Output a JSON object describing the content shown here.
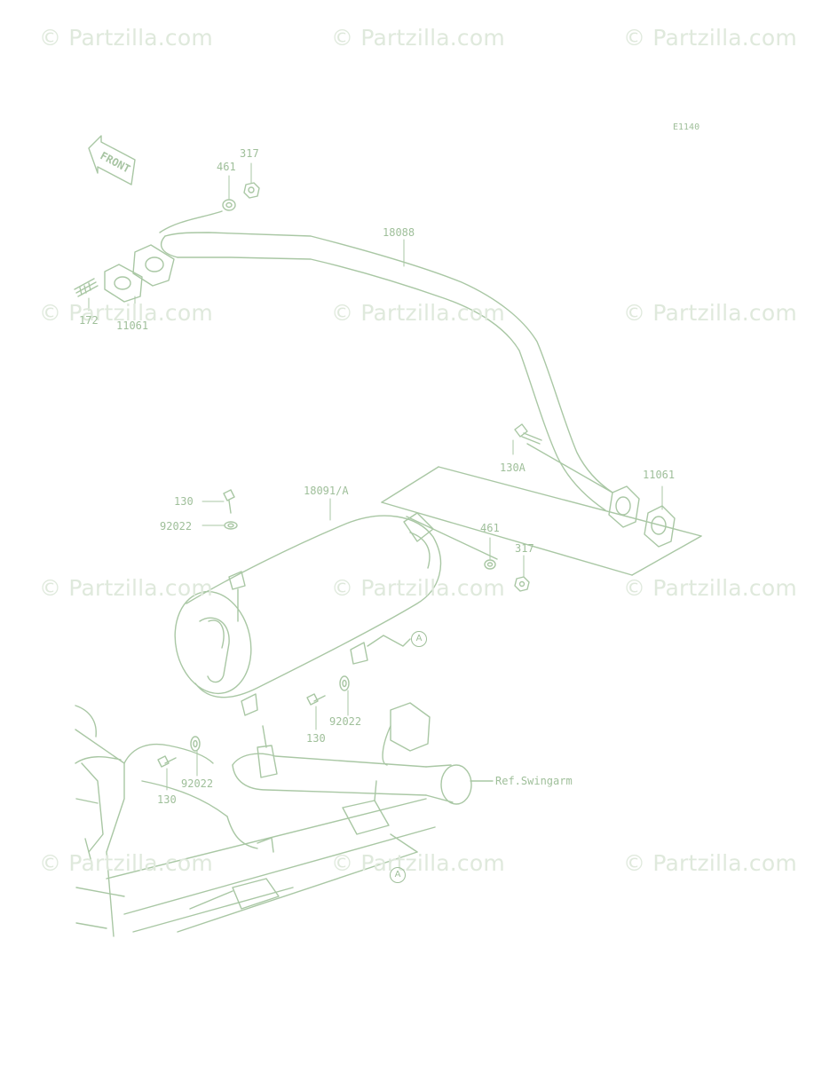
{
  "watermark_text": "© Partzilla.com",
  "diagram_code": "E1140",
  "front_label": "FRONT",
  "callouts": {
    "c461_top": "461",
    "c317_top": "317",
    "c18088": "18088",
    "c172": "172",
    "c11061_left": "11061",
    "c130A": "130A",
    "c11061_right": "11061",
    "c130_top": "130",
    "c18091A": "18091/A",
    "c92022_top": "92022",
    "c461_mid": "461",
    "c317_mid": "317",
    "c92022_mid": "92022",
    "c130_mid": "130",
    "c130_bottom": "130",
    "c92022_bottom": "92022",
    "ref_swingarm": "Ref.Swingarm"
  },
  "markers": {
    "a_upper": "A",
    "a_lower": "A"
  },
  "colors": {
    "line": "#a9c7a4",
    "label": "#9fbf9a",
    "watermark": "#dfe9dc"
  }
}
